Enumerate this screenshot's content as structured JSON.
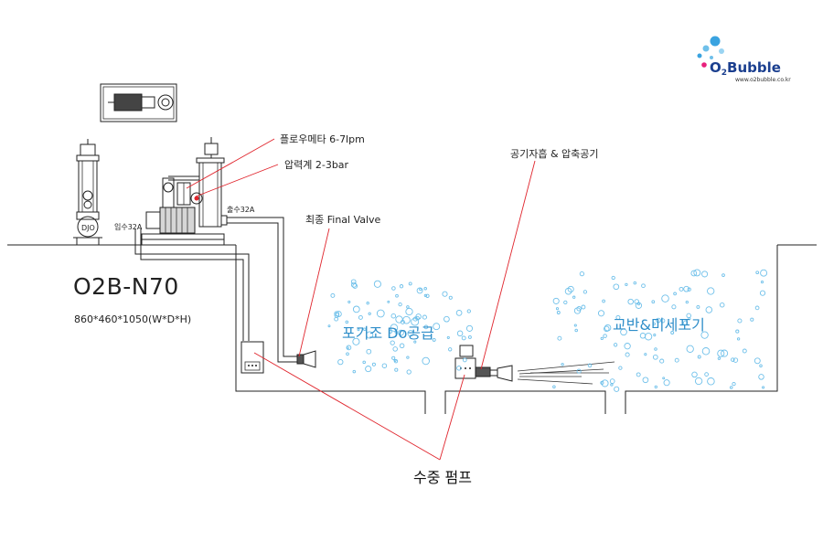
{
  "logo": {
    "word_prefix": "O",
    "word_subscript": "2",
    "word_suffix": "Bubble",
    "url": "www.o2bubble.co.kr",
    "color_primary": "#1b3f8f",
    "color_bubble": "#3aa3e0"
  },
  "system": {
    "model": "O2B-N70",
    "dimensions": "860*460*1050(W*D*H)",
    "inlet_label": "입수32A",
    "outlet_label": "출수32A"
  },
  "callouts": {
    "flowmeter": "플로우메타 6-7lpm",
    "pressure_gauge": "압력계 2-3bar",
    "final_valve": "최종 Final Valve",
    "air_intake": "공기자흡 & 압축공기",
    "submersible_pump": "수중 펌프"
  },
  "zones": {
    "aeration": "포기조 Do공급",
    "mixing": "교반&미세포기"
  },
  "colors": {
    "leader_line": "#e0242c",
    "bubble": "#6fc0ea",
    "zone_text": "#2f8ec9",
    "line": "#222222"
  }
}
